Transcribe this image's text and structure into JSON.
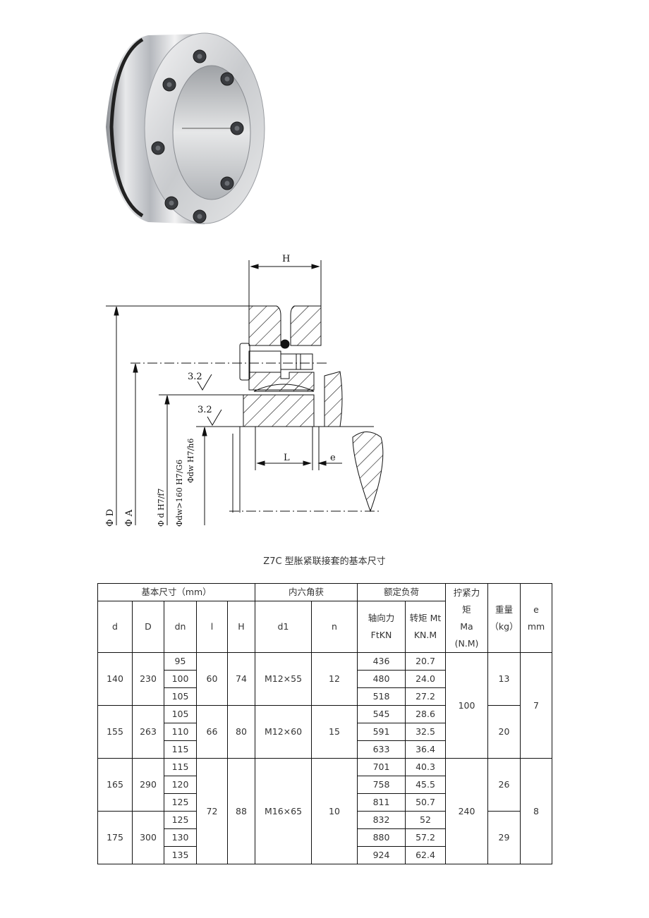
{
  "caption": "Z7C 型胀紧联接套的基本尺寸",
  "drawing": {
    "labels": {
      "H": "H",
      "L": "L",
      "e": "e",
      "rough1": "3.2",
      "rough2": "3.2",
      "phiD": "Φ D",
      "phiA": "Φ A",
      "phid": "Φ d H7/f7",
      "phidw1": "Φdw>160 H7/G6",
      "phidw2": "Φdw H7/h6"
    }
  },
  "table": {
    "group_headers": {
      "basic": "基本尺寸（mm）",
      "hex": "内六角获",
      "rated": "额定负荷",
      "ma_line1": "拧紧力",
      "ma_line2": "矩",
      "ma_line3": "Ma",
      "ma_line4": "(N.M)",
      "weight_line1": "重量",
      "weight_line2": "（kg）",
      "e_line1": "e",
      "e_line2": "mm"
    },
    "sub_headers": {
      "d": "d",
      "D": "D",
      "dn": "dn",
      "l": "l",
      "H": "H",
      "d1": "d1",
      "n": "n",
      "ft_line1": "轴向力",
      "ft_line2": "FtKN",
      "mt_line1": "转矩 Mt",
      "mt_line2": "KN.M"
    },
    "groups": [
      {
        "d": "140",
        "D": "230",
        "l": "60",
        "H": "74",
        "d1": "M12×55",
        "n": "12",
        "weight": "13",
        "rows": [
          {
            "dn": "95",
            "ft": "436",
            "mt": "20.7"
          },
          {
            "dn": "100",
            "ft": "480",
            "mt": "24.0"
          },
          {
            "dn": "105",
            "ft": "518",
            "mt": "27.2"
          }
        ]
      },
      {
        "d": "155",
        "D": "263",
        "l": "66",
        "H": "80",
        "d1": "M12×60",
        "n": "15",
        "weight": "20",
        "rows": [
          {
            "dn": "105",
            "ft": "545",
            "mt": "28.6"
          },
          {
            "dn": "110",
            "ft": "591",
            "mt": "32.5"
          },
          {
            "dn": "115",
            "ft": "633",
            "mt": "36.4"
          }
        ]
      },
      {
        "d": "165",
        "D": "290",
        "weight": "26",
        "rows": [
          {
            "dn": "115",
            "ft": "701",
            "mt": "40.3"
          },
          {
            "dn": "120",
            "ft": "758",
            "mt": "45.5"
          },
          {
            "dn": "125",
            "ft": "811",
            "mt": "50.7"
          }
        ]
      },
      {
        "d": "175",
        "D": "300",
        "weight": "29",
        "rows": [
          {
            "dn": "125",
            "ft": "832",
            "mt": "52"
          },
          {
            "dn": "130",
            "ft": "880",
            "mt": "57.2"
          },
          {
            "dn": "135",
            "ft": "924",
            "mt": "62.4"
          }
        ]
      }
    ],
    "shared": {
      "l_34": "72",
      "H_34": "88",
      "d1_34": "M16×65",
      "n_34": "10",
      "ma_12": "100",
      "ma_34": "240",
      "e_12": "7",
      "e_34": "8"
    }
  }
}
